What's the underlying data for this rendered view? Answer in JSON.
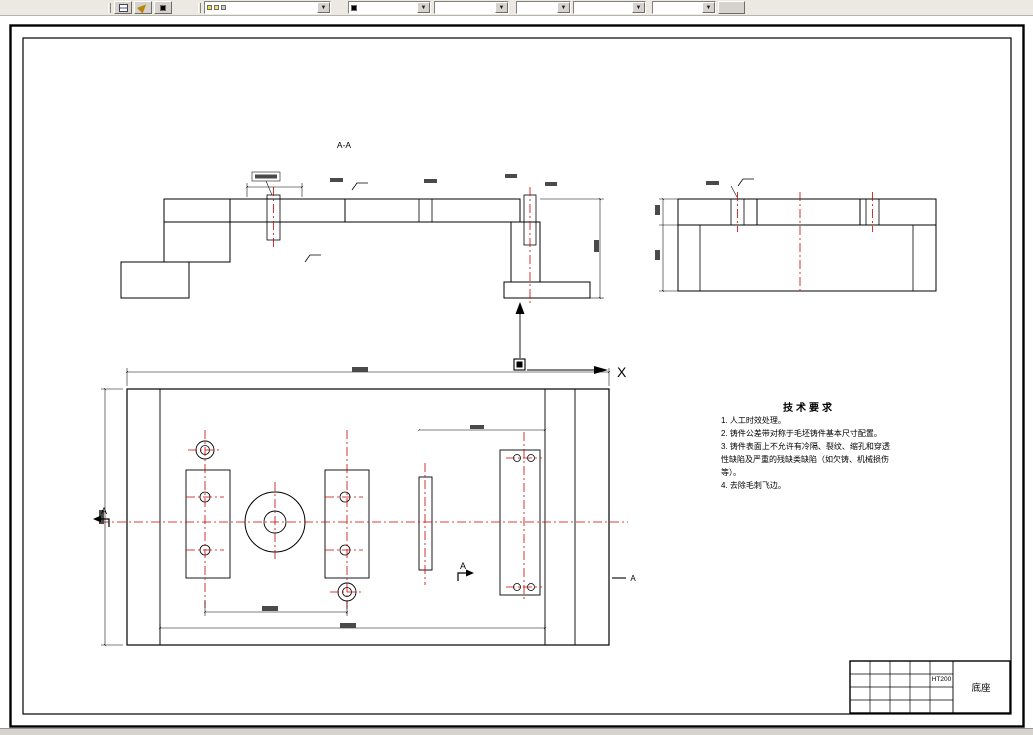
{
  "app": {
    "toolbar": {
      "dropdown_arrow": "▼",
      "buttons": [
        "layers",
        "draw-tool",
        "swatch-tool"
      ],
      "combos": [
        {
          "name": "layer",
          "value": ""
        },
        {
          "name": "color",
          "value": ""
        },
        {
          "name": "linetype",
          "value": ""
        },
        {
          "name": "lineweight",
          "value": ""
        },
        {
          "name": "plot-style",
          "value": ""
        },
        {
          "name": "extra",
          "value": ""
        }
      ],
      "icons": [
        "bulb-icon",
        "sun-icon",
        "lock-icon",
        "color-swatch-icon"
      ]
    }
  },
  "drawing": {
    "section_view_label": "A-A",
    "axis_label": "X",
    "section_marker": "A",
    "tech_requirements": {
      "title": "技术要求",
      "items": [
        "1. 人工时效处理。",
        "2. 铸件公差带对称于毛坯铸件基本尺寸配置。",
        "3. 铸件表面上不允许有冷隔、裂纹、缩孔和穿透性缺陷及严重的残缺类缺陷（如欠铸、机械损伤等）。",
        "4. 去除毛刺飞边。"
      ]
    },
    "title_block": {
      "material": "HT200",
      "part_name": "底座"
    },
    "colors": {
      "centerline": "#cc0000",
      "object_line": "#000000"
    }
  }
}
